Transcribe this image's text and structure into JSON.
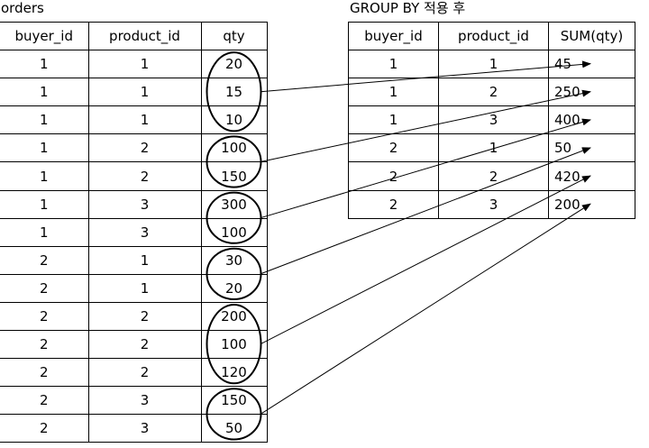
{
  "left_table": {
    "caption": "orders",
    "headers": [
      "buyer_id",
      "product_id",
      "qty"
    ],
    "rows": [
      [
        "1",
        "1",
        "20"
      ],
      [
        "1",
        "1",
        "15"
      ],
      [
        "1",
        "1",
        "10"
      ],
      [
        "1",
        "2",
        "100"
      ],
      [
        "1",
        "2",
        "150"
      ],
      [
        "1",
        "3",
        "300"
      ],
      [
        "1",
        "3",
        "100"
      ],
      [
        "2",
        "1",
        "30"
      ],
      [
        "2",
        "1",
        "20"
      ],
      [
        "2",
        "2",
        "200"
      ],
      [
        "2",
        "2",
        "100"
      ],
      [
        "2",
        "2",
        "120"
      ],
      [
        "2",
        "3",
        "150"
      ],
      [
        "2",
        "3",
        "50"
      ]
    ]
  },
  "right_table": {
    "caption": "GROUP BY 적용 후",
    "headers": [
      "buyer_id",
      "product_id",
      "SUM(qty)"
    ],
    "rows": [
      [
        "1",
        "1",
        "45"
      ],
      [
        "1",
        "2",
        "250"
      ],
      [
        "1",
        "3",
        "400"
      ],
      [
        "2",
        "1",
        "50"
      ],
      [
        "2",
        "2",
        "420"
      ],
      [
        "2",
        "3",
        "200"
      ]
    ]
  },
  "groups": [
    {
      "rows": [
        0,
        1,
        2
      ],
      "target": 0
    },
    {
      "rows": [
        3,
        4
      ],
      "target": 1
    },
    {
      "rows": [
        5,
        6
      ],
      "target": 2
    },
    {
      "rows": [
        7,
        8
      ],
      "target": 3
    },
    {
      "rows": [
        9,
        10,
        11
      ],
      "target": 4
    },
    {
      "rows": [
        12,
        13
      ],
      "target": 5
    }
  ]
}
